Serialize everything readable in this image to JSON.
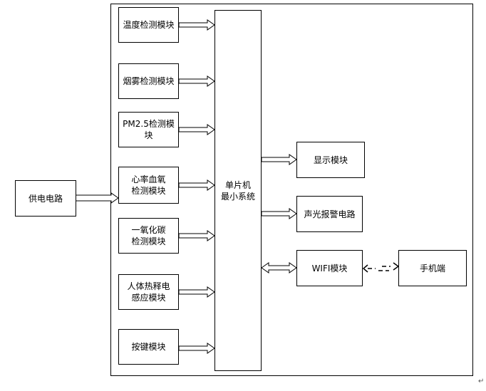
{
  "diagram": {
    "power": "供电电路",
    "mcu": "单片机\n最小系统",
    "inputs": [
      "温度检测模块",
      "烟雾检测模块",
      "PM2.5检测模块",
      "心率血氧\n检测模块",
      "一氧化碳\n检测模块",
      "人体热释电\n感应模块",
      "按键模块"
    ],
    "display": "显示模块",
    "alarm": "声光报警电路",
    "wifi": "WIFI模块",
    "phone": "手机端",
    "corner_mark": "↵"
  }
}
